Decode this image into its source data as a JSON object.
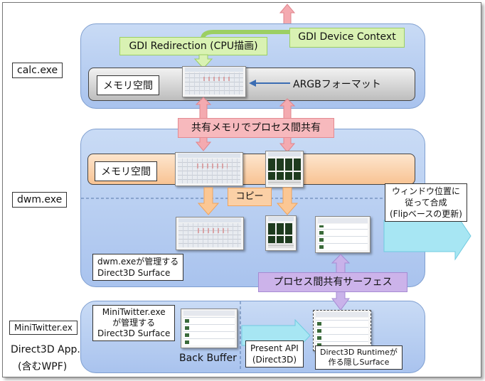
{
  "processes": {
    "calc": "calc.exe",
    "dwm": "dwm.exe",
    "minitwitter": "MiniTwitter.ex",
    "app_line1": "Direct3D App.",
    "app_line2": "(含むWPF)"
  },
  "calc_region": {
    "gdi_redirection": "GDI Redirection (CPU描画)",
    "gdi_device_context": "GDI Device Context",
    "memory_label": "メモリ空間",
    "argb_label": "ARGBフォーマット"
  },
  "shared_memory_label": "共有メモリでプロセス間共有",
  "dwm_region": {
    "memory_label": "メモリ空間",
    "copy_label": "コピー",
    "surface_note_line1": "dwm.exeが管理する",
    "surface_note_line2": "Direct3D Surface",
    "window_pos_line1": "ウィンドウ位置に",
    "window_pos_line2": "従って合成",
    "window_pos_line3": "(Flipベースの更新)"
  },
  "shared_surface_label": "プロセス間共有サーフェス",
  "app_region": {
    "surface_note_line1": "MiniTwitter.exe",
    "surface_note_line2": "が管理する",
    "surface_note_line3": "Direct3D Surface",
    "back_buffer": "Back Buffer",
    "present_line1": "Present API",
    "present_line2": "(Direct3D)",
    "hidden_line1": "Direct3D Runtimeが",
    "hidden_line2": "作る隠しSurface"
  },
  "colors": {
    "region_blue": "#b8cff2",
    "pink_arrow": "#f4aab0",
    "orange_arrow": "#fbc794",
    "purple_arrow": "#c9b2ea",
    "cyan_arrow": "#a7e6f3",
    "green_box": "#d9f2b3"
  }
}
